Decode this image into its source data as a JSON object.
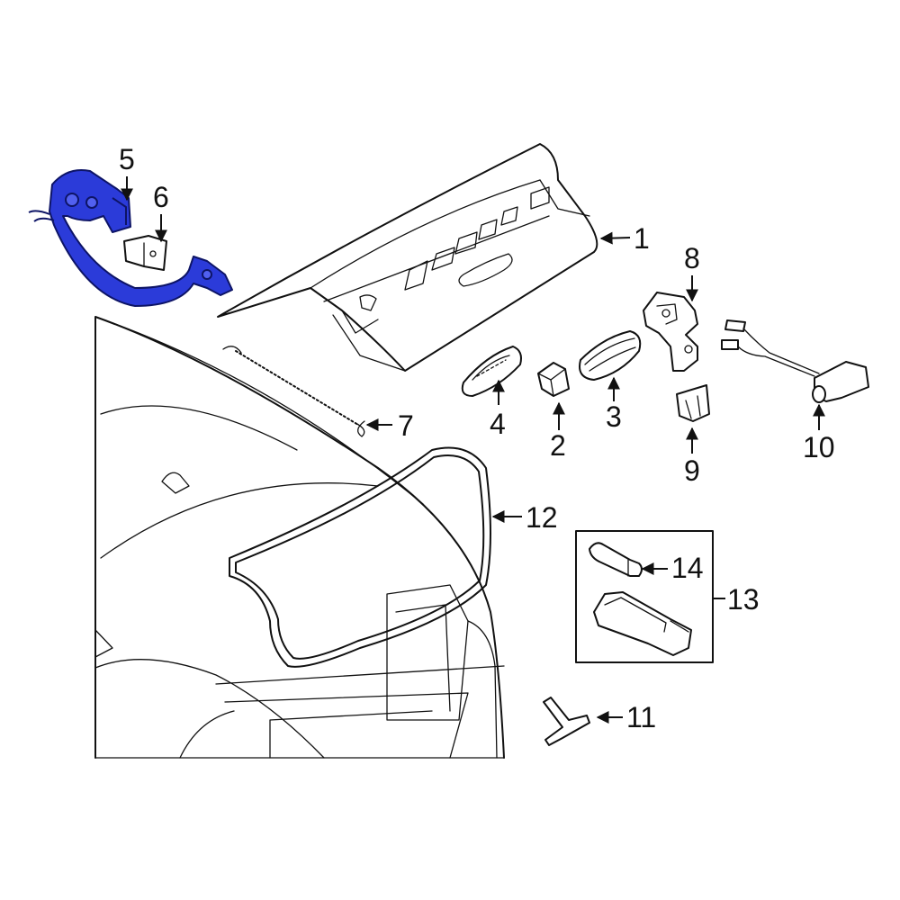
{
  "colors": {
    "highlight": "#2b3bd9",
    "highlight_stroke": "#0d1466",
    "line": "#111111",
    "background": "#ffffff"
  },
  "callouts": {
    "c1": "1",
    "c2": "2",
    "c3": "3",
    "c4": "4",
    "c5": "5",
    "c6": "6",
    "c7": "7",
    "c8": "8",
    "c9": "9",
    "c10": "10",
    "c11": "11",
    "c12": "12",
    "c13": "13",
    "c14": "14"
  },
  "highlighted_part": "5"
}
